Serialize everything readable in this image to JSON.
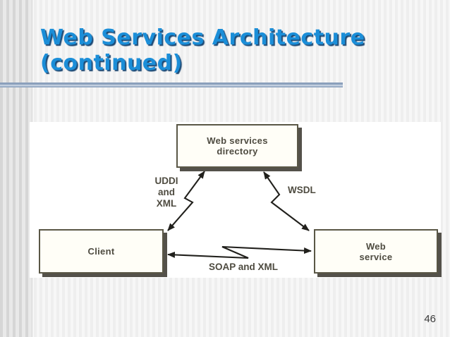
{
  "slide": {
    "title": "Web Services Architecture\n(continued)",
    "page_number": "46"
  },
  "diagram": {
    "nodes": {
      "directory": {
        "label": "Web services\ndirectory"
      },
      "client": {
        "label": "Client"
      },
      "service": {
        "label": "Web\nservice"
      }
    },
    "edges": {
      "client_directory": {
        "label": "UDDI\nand\nXML"
      },
      "service_directory": {
        "label": "WSDL"
      },
      "client_service": {
        "label": "SOAP and XML"
      }
    }
  },
  "colors": {
    "title_text": "#1b8ed8",
    "title_shadow": "#1e4a75",
    "divider": "#8ba0bc",
    "panel_background": "#ffffff",
    "node_fill": "#fffef7",
    "node_border": "#5a5746",
    "node_shadow": "#54514a",
    "diagram_text": "#4e4b40",
    "arrow": "#21201c",
    "page_number_text": "#3a3a3a"
  }
}
